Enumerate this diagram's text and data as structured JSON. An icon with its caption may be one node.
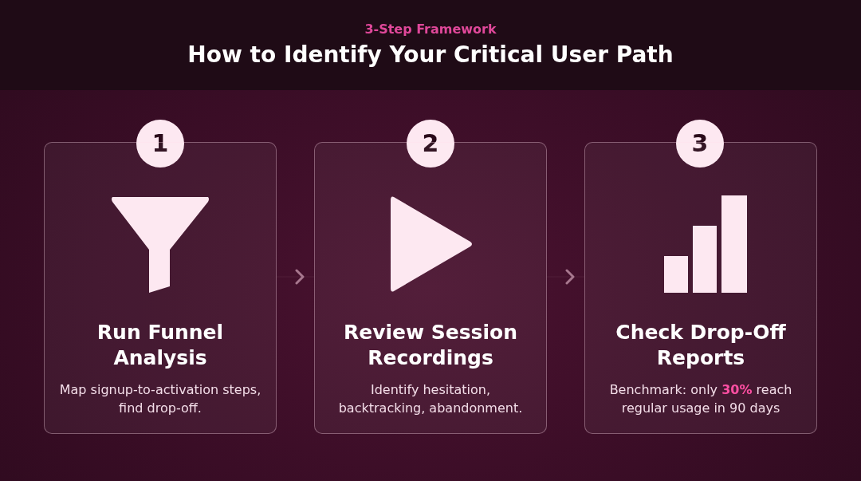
{
  "diagram": {
    "title": "How to Identify Your Critical User Path",
    "nodes": [
      {
        "text": [
          "1"
        ]
      },
      {
        "text": [
          "2"
        ]
      },
      {
        "text": [
          "3"
        ]
      },
      {
        "text": [
          "Run Funnel Analysis",
          "Map signup-to-activation steps, find drop-off."
        ]
      },
      {
        "text": [
          "Review Session Recordings",
          "Identify hesitation, backtracking, abandonment."
        ]
      },
      {
        "text": [
          "Check Drop-Off Reports",
          "Benchmark: only **30%** reach regular usage in 90 days"
        ]
      }
    ],
    "edges": [
      {
        "from": 3,
        "to": 4,
        "arrow": "to"
      },
      {
        "from": 4,
        "to": 5,
        "arrow": "to"
      }
    ],
    "labels": [
      "3-Step Framework"
    ]
  }
}
